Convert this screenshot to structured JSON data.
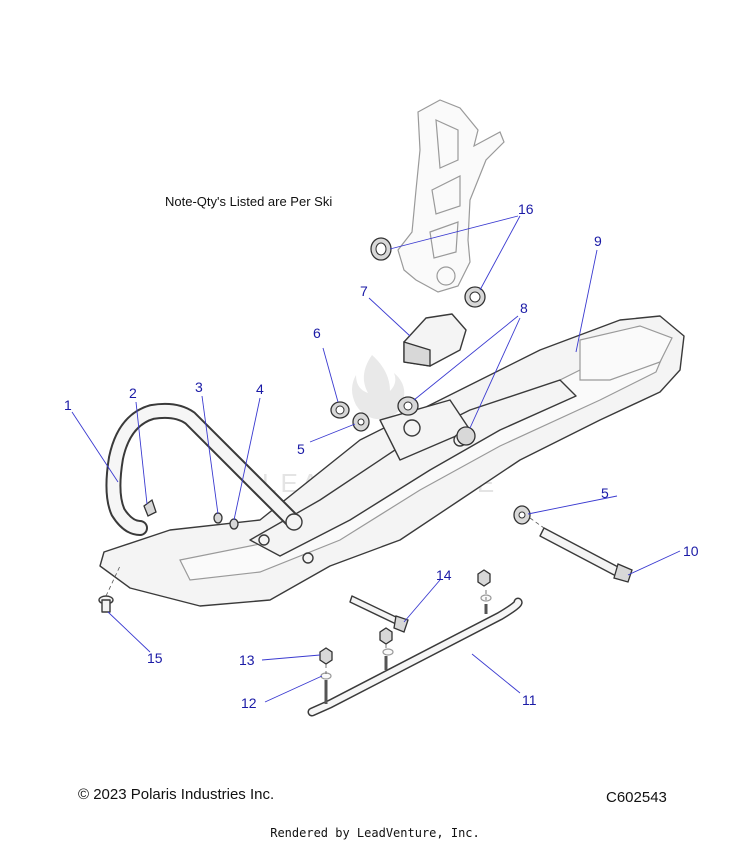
{
  "note": "Note-Qty's Listed are Per Ski",
  "copyright": "© 2023 Polaris Industries Inc.",
  "drawing_id": "C602543",
  "rendered_by": "Rendered by LeadVenture, Inc.",
  "watermark": "LEADVENTURE",
  "callouts": {
    "c1": "1",
    "c2": "2",
    "c3": "3",
    "c4": "4",
    "c5a": "5",
    "c5b": "5",
    "c6": "6",
    "c7": "7",
    "c8": "8",
    "c9": "9",
    "c10": "10",
    "c11": "11",
    "c12": "12",
    "c13": "13",
    "c14": "14",
    "c15": "15",
    "c16": "16"
  }
}
